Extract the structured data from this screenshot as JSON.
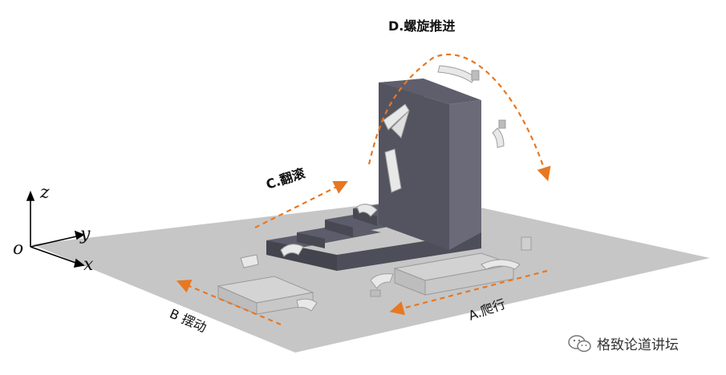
{
  "labels": {
    "helix": "D.螺旋推进",
    "roll": "C.翻滚",
    "swing": "B 摆动",
    "crawl": "A.爬行"
  },
  "axes": {
    "z": "z",
    "y": "y",
    "o": "o",
    "x": "x"
  },
  "watermark": {
    "text": "格致论道讲坛",
    "icon": "wechat-icon"
  },
  "colors": {
    "floor": "#c6c6c6",
    "block_front": "#50505c",
    "block_side": "#6a6a78",
    "block_top": "#5c5c6a",
    "arrow": "#e87722"
  }
}
